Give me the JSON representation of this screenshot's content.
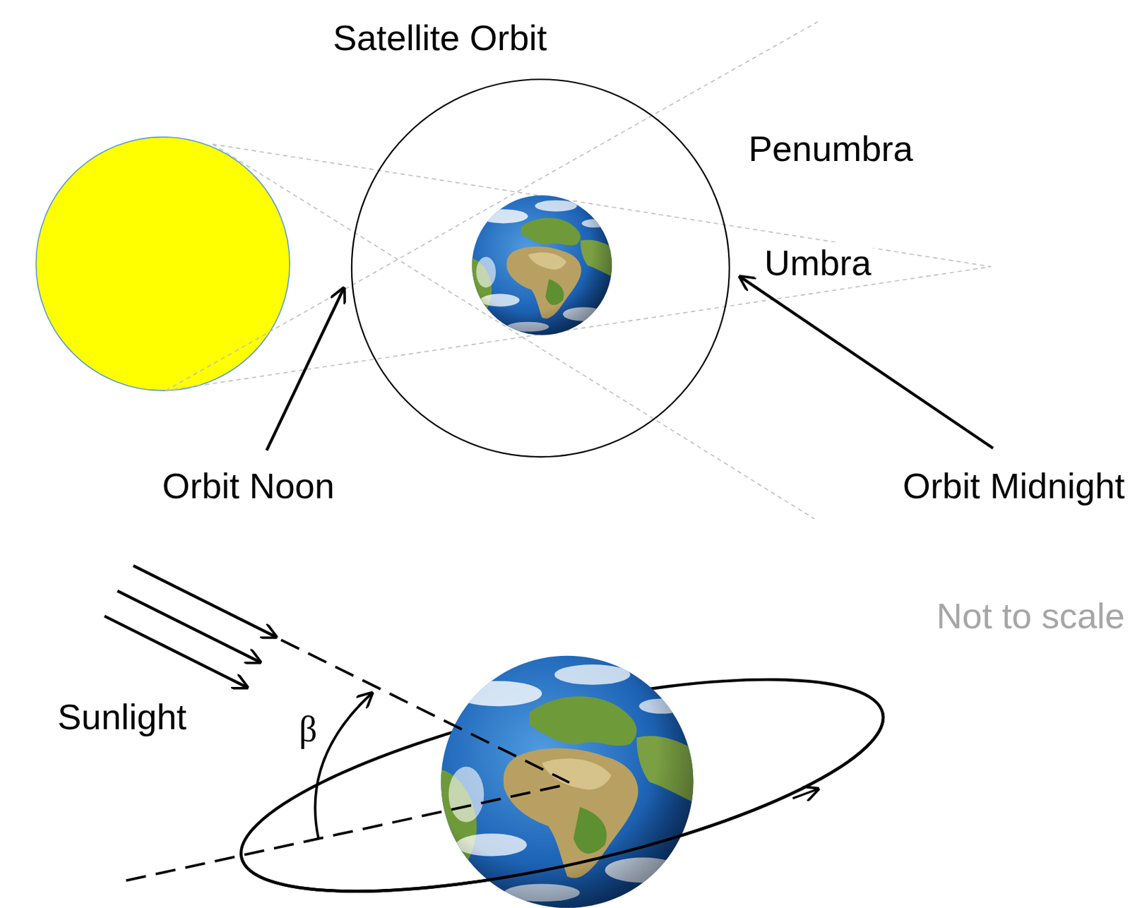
{
  "diagram": {
    "labels": [
      "Satellite Orbit",
      "Penumbra",
      "Umbra",
      "Orbit Noon",
      "Orbit Midnight",
      "Sunlight",
      "β",
      "Not to scale"
    ]
  }
}
